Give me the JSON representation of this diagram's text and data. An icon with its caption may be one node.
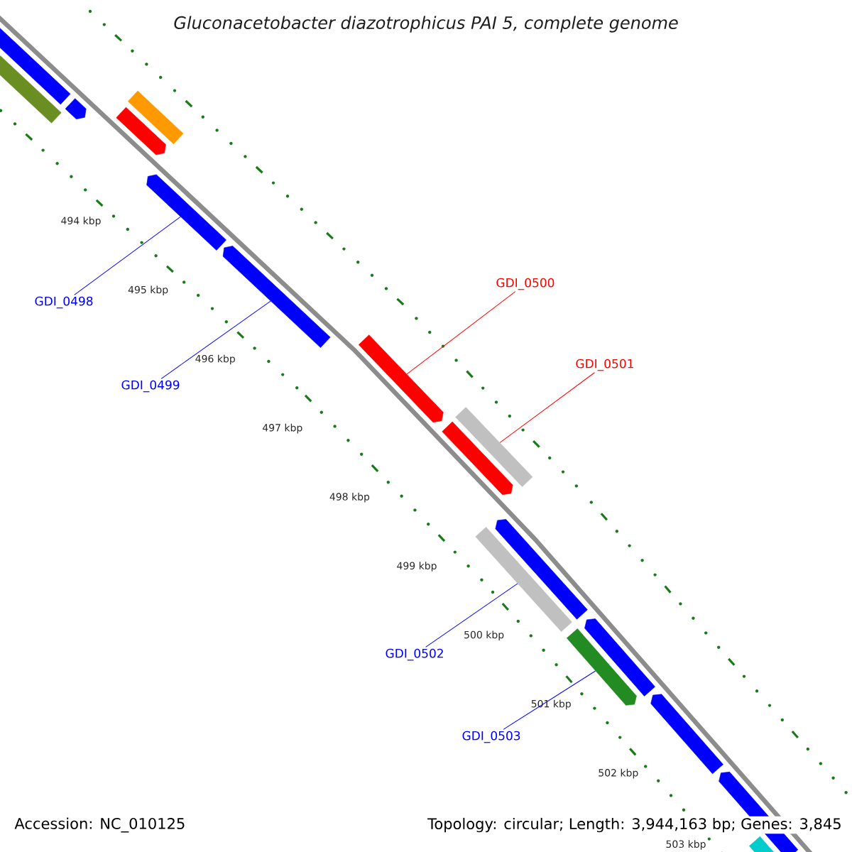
{
  "diagram": {
    "title": "Gluconacetobacter diazotrophicus PAI 5, complete genome",
    "nodes": [
      {
        "text": [
          "GDI_0498"
        ]
      },
      {
        "text": [
          "GDI_0499"
        ]
      },
      {
        "text": [
          "GDI_0500"
        ]
      },
      {
        "text": [
          "GDI_0501"
        ]
      },
      {
        "text": [
          "GDI_0502"
        ]
      },
      {
        "text": [
          "GDI_0503"
        ]
      },
      {
        "text": [],
        "shape": "bar"
      },
      {
        "text": [],
        "shape": "bar"
      },
      {
        "text": [],
        "shape": "bar"
      },
      {
        "text": [],
        "shape": "bar"
      },
      {
        "text": [],
        "shape": "bar"
      },
      {
        "text": [],
        "shape": "bar"
      },
      {
        "text": [],
        "shape": "bar"
      },
      {
        "text": [],
        "shape": "bar"
      },
      {
        "text": [],
        "shape": "bar"
      },
      {
        "text": [],
        "shape": "bar"
      },
      {
        "text": [],
        "shape": "bar"
      },
      {
        "text": [],
        "shape": "bar"
      },
      {
        "text": [],
        "shape": "bar"
      },
      {
        "text": [],
        "shape": "bar"
      },
      {
        "text": [],
        "shape": "bar"
      },
      {
        "text": [],
        "shape": "bar"
      },
      {
        "text": [],
        "shape": "bar"
      }
    ],
    "edges": [
      {
        "from": 0,
        "to": 11,
        "arrow": "none"
      },
      {
        "from": 1,
        "to": 12,
        "arrow": "none"
      },
      {
        "from": 2,
        "to": 13,
        "arrow": "none",
        "color": "#ff0000"
      },
      {
        "from": 3,
        "to": 15,
        "arrow": "none",
        "color": "#ff0000"
      },
      {
        "from": 4,
        "to": 16,
        "arrow": "none"
      },
      {
        "from": 5,
        "to": 18,
        "arrow": "none"
      }
    ],
    "labels": [
      "494 kbp",
      "495 kbp",
      "496 kbp",
      "497 kbp",
      "498 kbp",
      "499 kbp",
      "500 kbp",
      "501 kbp",
      "502 kbp",
      "503 kbp",
      "Accession: NC_010125",
      "Topology: circular; Length: 3,944,163 bp; Genes: 3,845"
    ]
  }
}
